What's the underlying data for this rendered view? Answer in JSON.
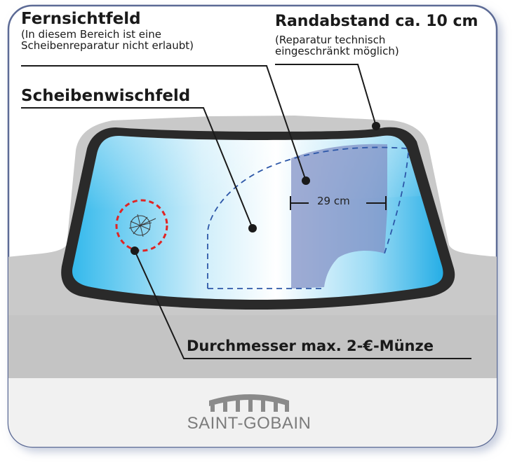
{
  "labels": {
    "fernsicht_title": "Fernsichtfeld",
    "fernsicht_sub_line1": "(In diesem Bereich ist eine",
    "fernsicht_sub_line2": "Scheibenreparatur nicht erlaubt)",
    "rand_title": "Randabstand ca. 10 cm",
    "rand_sub_line1": "(Reparatur technisch",
    "rand_sub_line2": "eingeschränkt möglich)",
    "wisch_title": "Scheibenwischfeld",
    "durch_title": "Durchmesser max. 2-€-Münze",
    "measure": "29 cm"
  },
  "logo": {
    "text": "SAINT-GOBAIN",
    "icon": "saint-gobain-arches-logo"
  },
  "colors": {
    "glass_light": "#ffffff",
    "glass_blue": "#2ab4e8",
    "fernsicht_zone": "#7f8ec4",
    "car_body": "#c8c8c8",
    "frame": "#2a2a2a",
    "damage_circle": "#e02424",
    "panel_border": "#5b6a95",
    "dashed_line": "#2d57a8"
  }
}
